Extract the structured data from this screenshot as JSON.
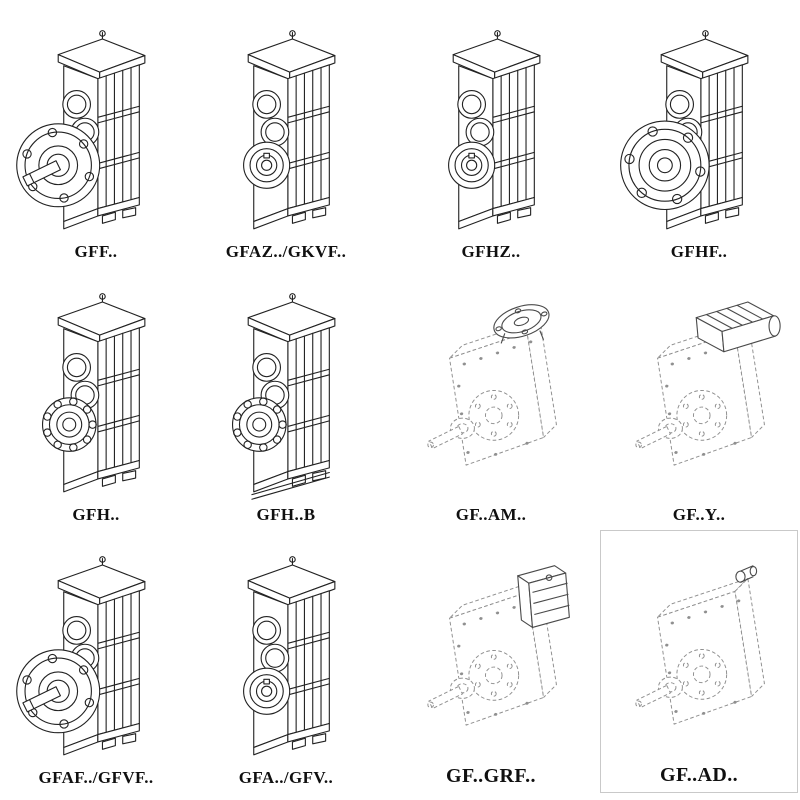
{
  "page": {
    "background": "#ffffff",
    "ink_color": "#222222",
    "phantom_line_color": "#8f8f8f",
    "drawing_style": "isometric technical line drawings of helical gear units"
  },
  "catalog": {
    "items": [
      {
        "label": "GFF..",
        "variant": "foot-flange-solid-shaft",
        "style": "solid"
      },
      {
        "label": "GFAZ../GKVF..",
        "variant": "hollow-shaft",
        "style": "solid"
      },
      {
        "label": "GFHZ..",
        "variant": "hollow-shaft-shrink-disc",
        "style": "solid"
      },
      {
        "label": "GFHF..",
        "variant": "large-output-flange",
        "style": "solid"
      },
      {
        "label": "GFH..",
        "variant": "hollow-shaft-bearing",
        "style": "solid"
      },
      {
        "label": "GFH..B",
        "variant": "hollow-shaft-bearing-base",
        "style": "solid"
      },
      {
        "label": "GF..AM..",
        "variant": "iec-motor-flange-adapter",
        "style": "phantom"
      },
      {
        "label": "GF..Y..",
        "variant": "mounted-motor",
        "style": "phantom"
      },
      {
        "label": "GFAF../GFVF..",
        "variant": "output-flange-shaft",
        "style": "solid"
      },
      {
        "label": "GFA../GFV..",
        "variant": "hollow-shaft",
        "style": "solid"
      },
      {
        "label": "GF..GRF..",
        "variant": "adapter-block",
        "style": "phantom"
      },
      {
        "label": "GF..AD..",
        "variant": "input-shaft-adapter",
        "style": "phantom"
      }
    ]
  }
}
